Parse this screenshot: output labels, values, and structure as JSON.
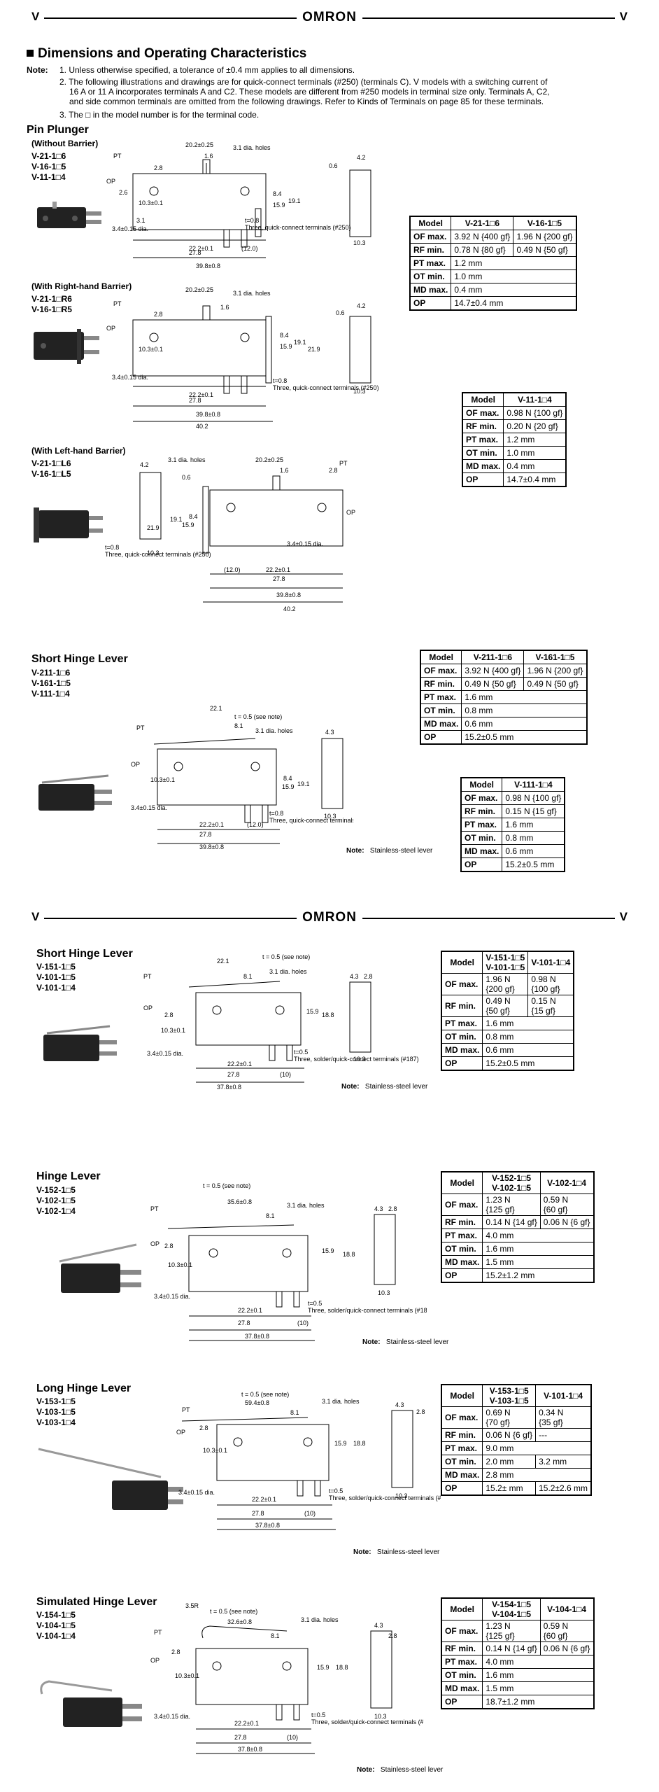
{
  "page1": {
    "header": {
      "left": "V",
      "brand": "OMRON",
      "right": "V"
    },
    "title": "Dimensions and Operating Characteristics",
    "note_label": "Note:",
    "notes": [
      "1. Unless otherwise specified, a tolerance of ±0.4 mm applies to all dimensions.",
      "2. The following illustrations and drawings are for quick-connect terminals (#250) (terminals C). V models with a switching current of",
      "16 A or 11 A incorporates terminals A and C2. These models are different from #250 models in terminal size only. Terminals A, C2,",
      "and side common terminals are omitted from the following drawings. Refer to Kinds of Terminals on page 85 for these terminals.",
      "3. The □ in the model number is for the terminal code."
    ]
  },
  "pin_plunger": {
    "title": "Pin Plunger",
    "variants": [
      {
        "label": "(Without Barrier)",
        "models": [
          "V-21-1□6",
          "V-16-1□5",
          "V-11-1□4"
        ]
      },
      {
        "label": "(With Right-hand Barrier)",
        "models": [
          "V-21-1□R6",
          "V-16-1□R5"
        ]
      },
      {
        "label": "(With Left-hand Barrier)",
        "models": [
          "V-21-1□L6",
          "V-16-1□L5"
        ]
      }
    ],
    "table1": {
      "headers": [
        "Model",
        "V-21-1□6",
        "V-16-1□5"
      ],
      "rows": [
        [
          "OF max.",
          "3.92 N {400 gf}",
          "1.96 N {200 gf}"
        ],
        [
          "RF min.",
          "0.78 N {80 gf}",
          "0.49 N {50 gf}"
        ],
        [
          "PT max.",
          "1.2 mm",
          ""
        ],
        [
          "OT min.",
          "1.0 mm",
          ""
        ],
        [
          "MD max.",
          "0.4 mm",
          ""
        ],
        [
          "OP",
          "14.7±0.4 mm",
          ""
        ]
      ]
    },
    "table2": {
      "headers": [
        "Model",
        "V-11-1□4"
      ],
      "rows": [
        [
          "OF max.",
          "0.98 N {100 gf}"
        ],
        [
          "RF min.",
          "0.20 N {20 gf}"
        ],
        [
          "PT max.",
          "1.2 mm"
        ],
        [
          "OT min.",
          "1.0 mm"
        ],
        [
          "MD max.",
          "0.4 mm"
        ],
        [
          "OP",
          "14.7±0.4 mm"
        ]
      ]
    },
    "dims": {
      "w1": "20.2±0.25",
      "hole": "3.1 dia. holes",
      "d16": "1.6",
      "d28": "2.8",
      "d26": "2.6",
      "d103": "10.3±0.1",
      "d31": "3.1",
      "d34": "3.4±0.15 dia.",
      "d222": "22.2±0.1",
      "d278": "27.8",
      "d12": "(12.0)",
      "d398": "39.8±0.8",
      "d402": "40.2",
      "d84": "8.4",
      "d159": "15.9",
      "d191": "19.1",
      "d219": "21.9",
      "t": "t=0.8",
      "term": "Three, quick-connect terminals (#250)",
      "d06": "0.6",
      "d42": "4.2",
      "d103b": "10.3",
      "pt": "PT",
      "op": "OP"
    }
  },
  "short_hinge_1": {
    "title": "Short Hinge Lever",
    "models": [
      "V-211-1□6",
      "V-161-1□5",
      "V-111-1□4"
    ],
    "table1": {
      "headers": [
        "Model",
        "V-211-1□6",
        "V-161-1□5"
      ],
      "rows": [
        [
          "OF max.",
          "3.92 N {400 gf}",
          "1.96 N {200 gf}"
        ],
        [
          "RF min.",
          "0.49 N {50 gf}",
          "0.49 N {50 gf}"
        ],
        [
          "PT max.",
          "1.6 mm",
          ""
        ],
        [
          "OT min.",
          "0.8 mm",
          ""
        ],
        [
          "MD max.",
          "0.6 mm",
          ""
        ],
        [
          "OP",
          "15.2±0.5 mm",
          ""
        ]
      ]
    },
    "table2": {
      "headers": [
        "Model",
        "V-111-1□4"
      ],
      "rows": [
        [
          "OF max.",
          "0.98 N {100 gf}"
        ],
        [
          "RF min.",
          "0.15 N {15 gf}"
        ],
        [
          "PT max.",
          "1.6 mm"
        ],
        [
          "OT min.",
          "0.8 mm"
        ],
        [
          "MD max.",
          "0.6 mm"
        ],
        [
          "OP",
          "15.2±0.5 mm"
        ]
      ]
    },
    "dims": {
      "d221": "22.1",
      "t05": "t = 0.5 (see note)",
      "d81": "8.1"
    },
    "note": "Note:",
    "note_text": "Stainless-steel lever"
  },
  "page2": {
    "header": {
      "left": "V",
      "brand": "OMRON",
      "right": "V"
    }
  },
  "short_hinge_2": {
    "title": "Short Hinge Lever",
    "models": [
      "V-151-1□5",
      "V-101-1□5",
      "V-101-1□4"
    ],
    "table": {
      "headers": [
        "Model",
        "V-151-1□5\nV-101-1□5",
        "V-101-1□4"
      ],
      "rows": [
        [
          "OF max.",
          "1.96 N\n{200 gf}",
          "0.98 N\n{100 gf}"
        ],
        [
          "RF min.",
          "0.49 N\n{50 gf}",
          "0.15 N\n{15 gf}"
        ],
        [
          "PT max.",
          "1.6 mm",
          ""
        ],
        [
          "OT min.",
          "0.8 mm",
          ""
        ],
        [
          "MD max.",
          "0.6 mm",
          ""
        ],
        [
          "OP",
          "15.2±0.5 mm",
          ""
        ]
      ]
    },
    "dims": {
      "d221": "22.1",
      "t05": "t = 0.5 (see note)",
      "d159": "15.9",
      "d188": "18.8",
      "d378": "37.8±0.8",
      "d10": "(10)",
      "t": "t=0.5",
      "term": "Three, solder/quick-connect terminals (#187)",
      "d43": "4.3",
      "d28": "2.8"
    },
    "note": "Note:",
    "note_text": "Stainless-steel lever"
  },
  "hinge": {
    "title": "Hinge Lever",
    "models": [
      "V-152-1□5",
      "V-102-1□5",
      "V-102-1□4"
    ],
    "table": {
      "headers": [
        "Model",
        "V-152-1□5\nV-102-1□5",
        "V-102-1□4"
      ],
      "rows": [
        [
          "OF max.",
          "1.23 N\n{125 gf}",
          "0.59 N\n{60 gf}"
        ],
        [
          "RF min.",
          "0.14 N {14 gf}",
          "0.06 N {6 gf}"
        ],
        [
          "PT max.",
          "4.0 mm",
          ""
        ],
        [
          "OT min.",
          "1.6 mm",
          ""
        ],
        [
          "MD max.",
          "1.5 mm",
          ""
        ],
        [
          "OP",
          "15.2±1.2 mm",
          ""
        ]
      ]
    },
    "dims": {
      "d356": "35.6±0.8"
    },
    "note": "Note:",
    "note_text": "Stainless-steel lever"
  },
  "long_hinge": {
    "title": "Long Hinge Lever",
    "models": [
      "V-153-1□5",
      "V-103-1□5",
      "V-103-1□4"
    ],
    "table": {
      "headers": [
        "Model",
        "V-153-1□5\nV-103-1□5",
        "V-101-1□4"
      ],
      "rows": [
        [
          "OF max.",
          "0.69 N\n{70 gf}",
          "0.34 N\n{35 gf}"
        ],
        [
          "RF min.",
          "0.06 N {6 gf}",
          "---"
        ],
        [
          "PT max.",
          "9.0 mm",
          ""
        ],
        [
          "OT min.",
          "2.0 mm",
          "3.2 mm"
        ],
        [
          "MD max.",
          "2.8 mm",
          ""
        ],
        [
          "OP",
          "15.2± mm",
          "15.2±2.6 mm"
        ]
      ]
    },
    "dims": {
      "d594": "59.4±0.8"
    },
    "note": "Note:",
    "note_text": "Stainless-steel lever"
  },
  "sim_hinge": {
    "title": "Simulated Hinge Lever",
    "models": [
      "V-154-1□5",
      "V-104-1□5",
      "V-104-1□4"
    ],
    "table": {
      "headers": [
        "Model",
        "V-154-1□5\nV-104-1□5",
        "V-104-1□4"
      ],
      "rows": [
        [
          "OF max.",
          "1.23 N\n{125 gf}",
          "0.59 N\n{60 gf}"
        ],
        [
          "RF min.",
          "0.14 N {14 gf}",
          "0.06 N {6 gf}"
        ],
        [
          "PT max.",
          "4.0 mm",
          ""
        ],
        [
          "OT min.",
          "1.6 mm",
          ""
        ],
        [
          "MD max.",
          "1.5 mm",
          ""
        ],
        [
          "OP",
          "18.7±1.2 mm",
          ""
        ]
      ]
    },
    "dims": {
      "d35r": "3.5R",
      "d326": "32.6±0.8"
    },
    "note": "Note:",
    "note_text": "Stainless-steel lever"
  }
}
